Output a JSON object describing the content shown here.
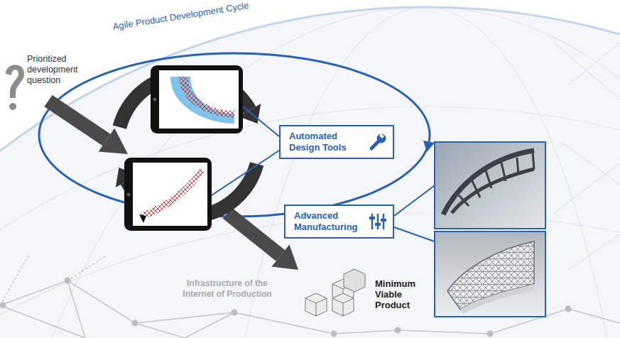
{
  "diagram": {
    "nodes": [
      {
        "text": [
          "Automated Design Tools"
        ]
      },
      {
        "text": [
          "Advanced Manufacturing"
        ]
      }
    ],
    "labels": [
      "Agile Product Development Cycle",
      "Prioritized development question",
      "Minimum Viable Product",
      "Infrastructure of the Internet of Production"
    ]
  }
}
